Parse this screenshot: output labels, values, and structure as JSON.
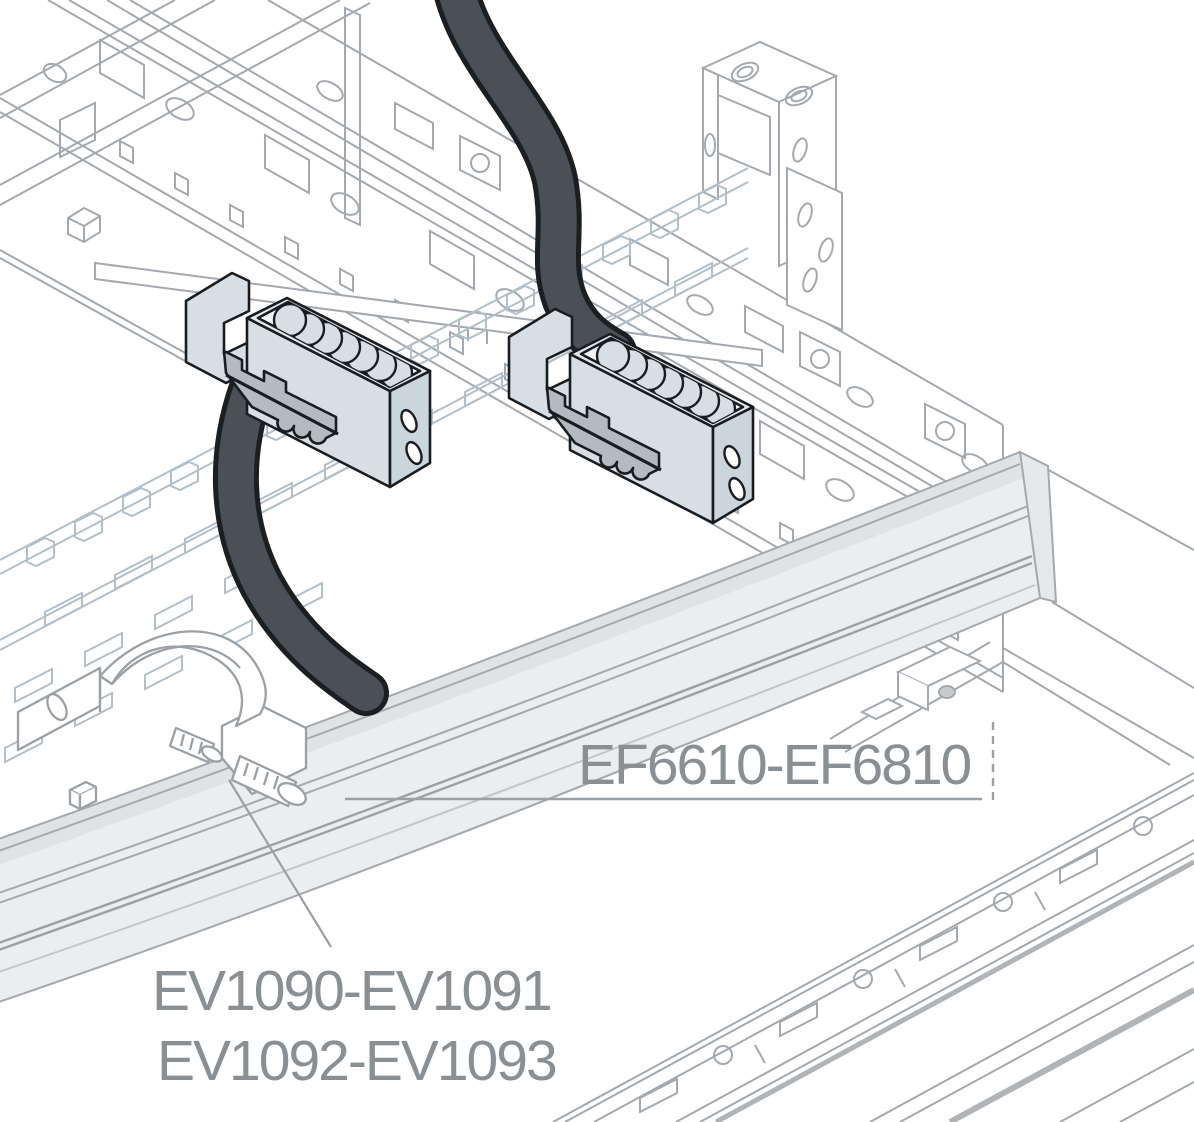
{
  "figure": {
    "type": "technical-illustration",
    "description": "Isometric line drawing of cabinet frame rails with two cable clamps, two dark cables and one saddle clamp with threaded stud",
    "labels": {
      "ef_range": "EF6610-EF6810",
      "ev_range_line1": "EV1090-EV1091",
      "ev_range_line2": "EV1092-EV1093"
    },
    "colors": {
      "background": "#ffffff",
      "line_art": "#a3a9af",
      "accent_line": "#b2bfc9",
      "clamp_fill": "#d7dfe5",
      "clamp_outline": "#1a1d1f",
      "cable_fill": "#4a5056",
      "serrated_insert": "#b3bac0",
      "rail_fill": "#ebedee",
      "label_text": "#8a8f94"
    }
  }
}
